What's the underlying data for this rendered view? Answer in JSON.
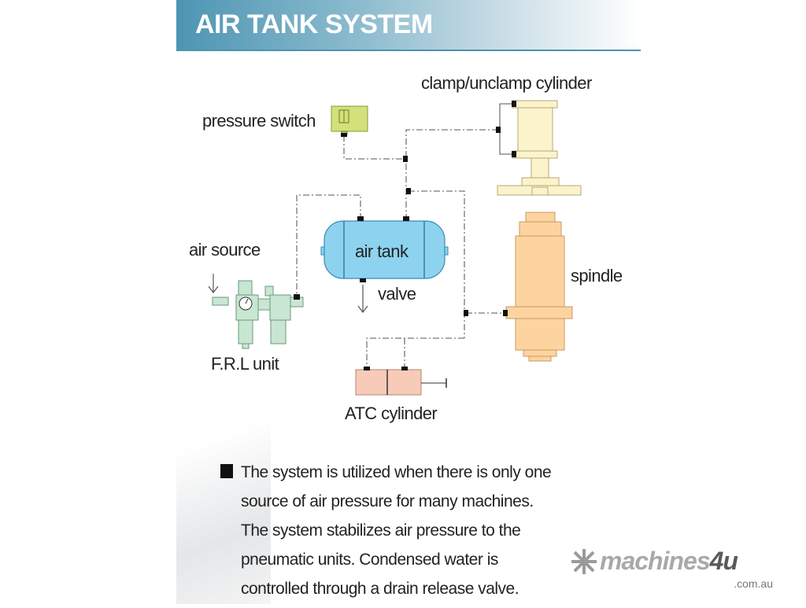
{
  "header": {
    "title": "AIR TANK SYSTEM"
  },
  "diagram": {
    "labels": {
      "pressure_switch": "pressure switch",
      "clamp_cylinder": "clamp/unclamp cylinder",
      "air_source": "air source",
      "air_tank": "air tank",
      "valve": "valve",
      "spindle": "spindle",
      "frl_unit": "F.R.L unit",
      "atc_cylinder": "ATC cylinder"
    },
    "colors": {
      "tank": "#8dd3ef",
      "switch": "#d4e07a",
      "frl": "#c8e6d2",
      "spindle": "#fdd4a0",
      "clamp": "#fbf3cc",
      "atc": "#f8cbb8",
      "header": "#4d95b2"
    }
  },
  "description": {
    "lines": [
      "The system is utilized when there is only one",
      "source of air pressure for many machines.",
      "The system stabilizes air pressure to the",
      "pneumatic units. Condensed water is",
      "controlled through a drain release valve."
    ]
  },
  "logo": {
    "name_main": "machines",
    "name_accent": "4u",
    "domain": ".com.au"
  }
}
